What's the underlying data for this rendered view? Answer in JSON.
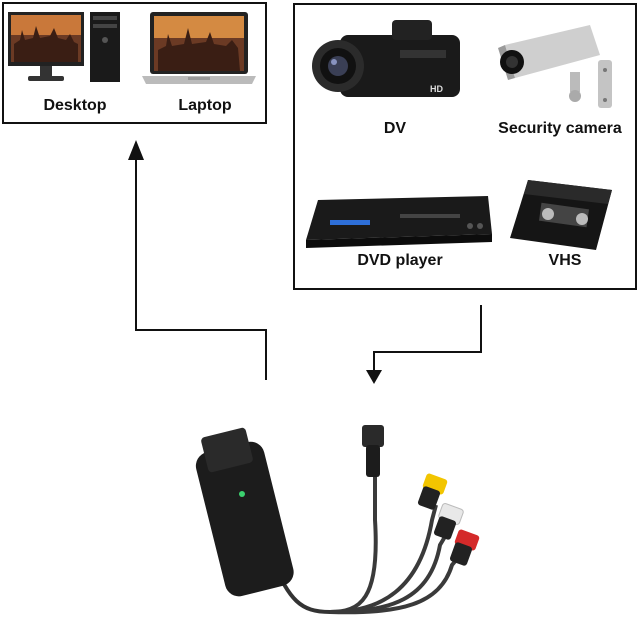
{
  "computers": {
    "desktop_label": "Desktop",
    "laptop_label": "Laptop"
  },
  "sources": {
    "dv_label": "DV",
    "security_label": "Security camera",
    "dvd_label": "DVD player",
    "vhs_label": "VHS"
  },
  "colors": {
    "line": "#111111",
    "connector_yellow": "#f2c500",
    "connector_white": "#e8e8e8",
    "connector_red": "#d42a2a",
    "device_body": "#1c1c1c",
    "led_green": "#3bd16f"
  }
}
